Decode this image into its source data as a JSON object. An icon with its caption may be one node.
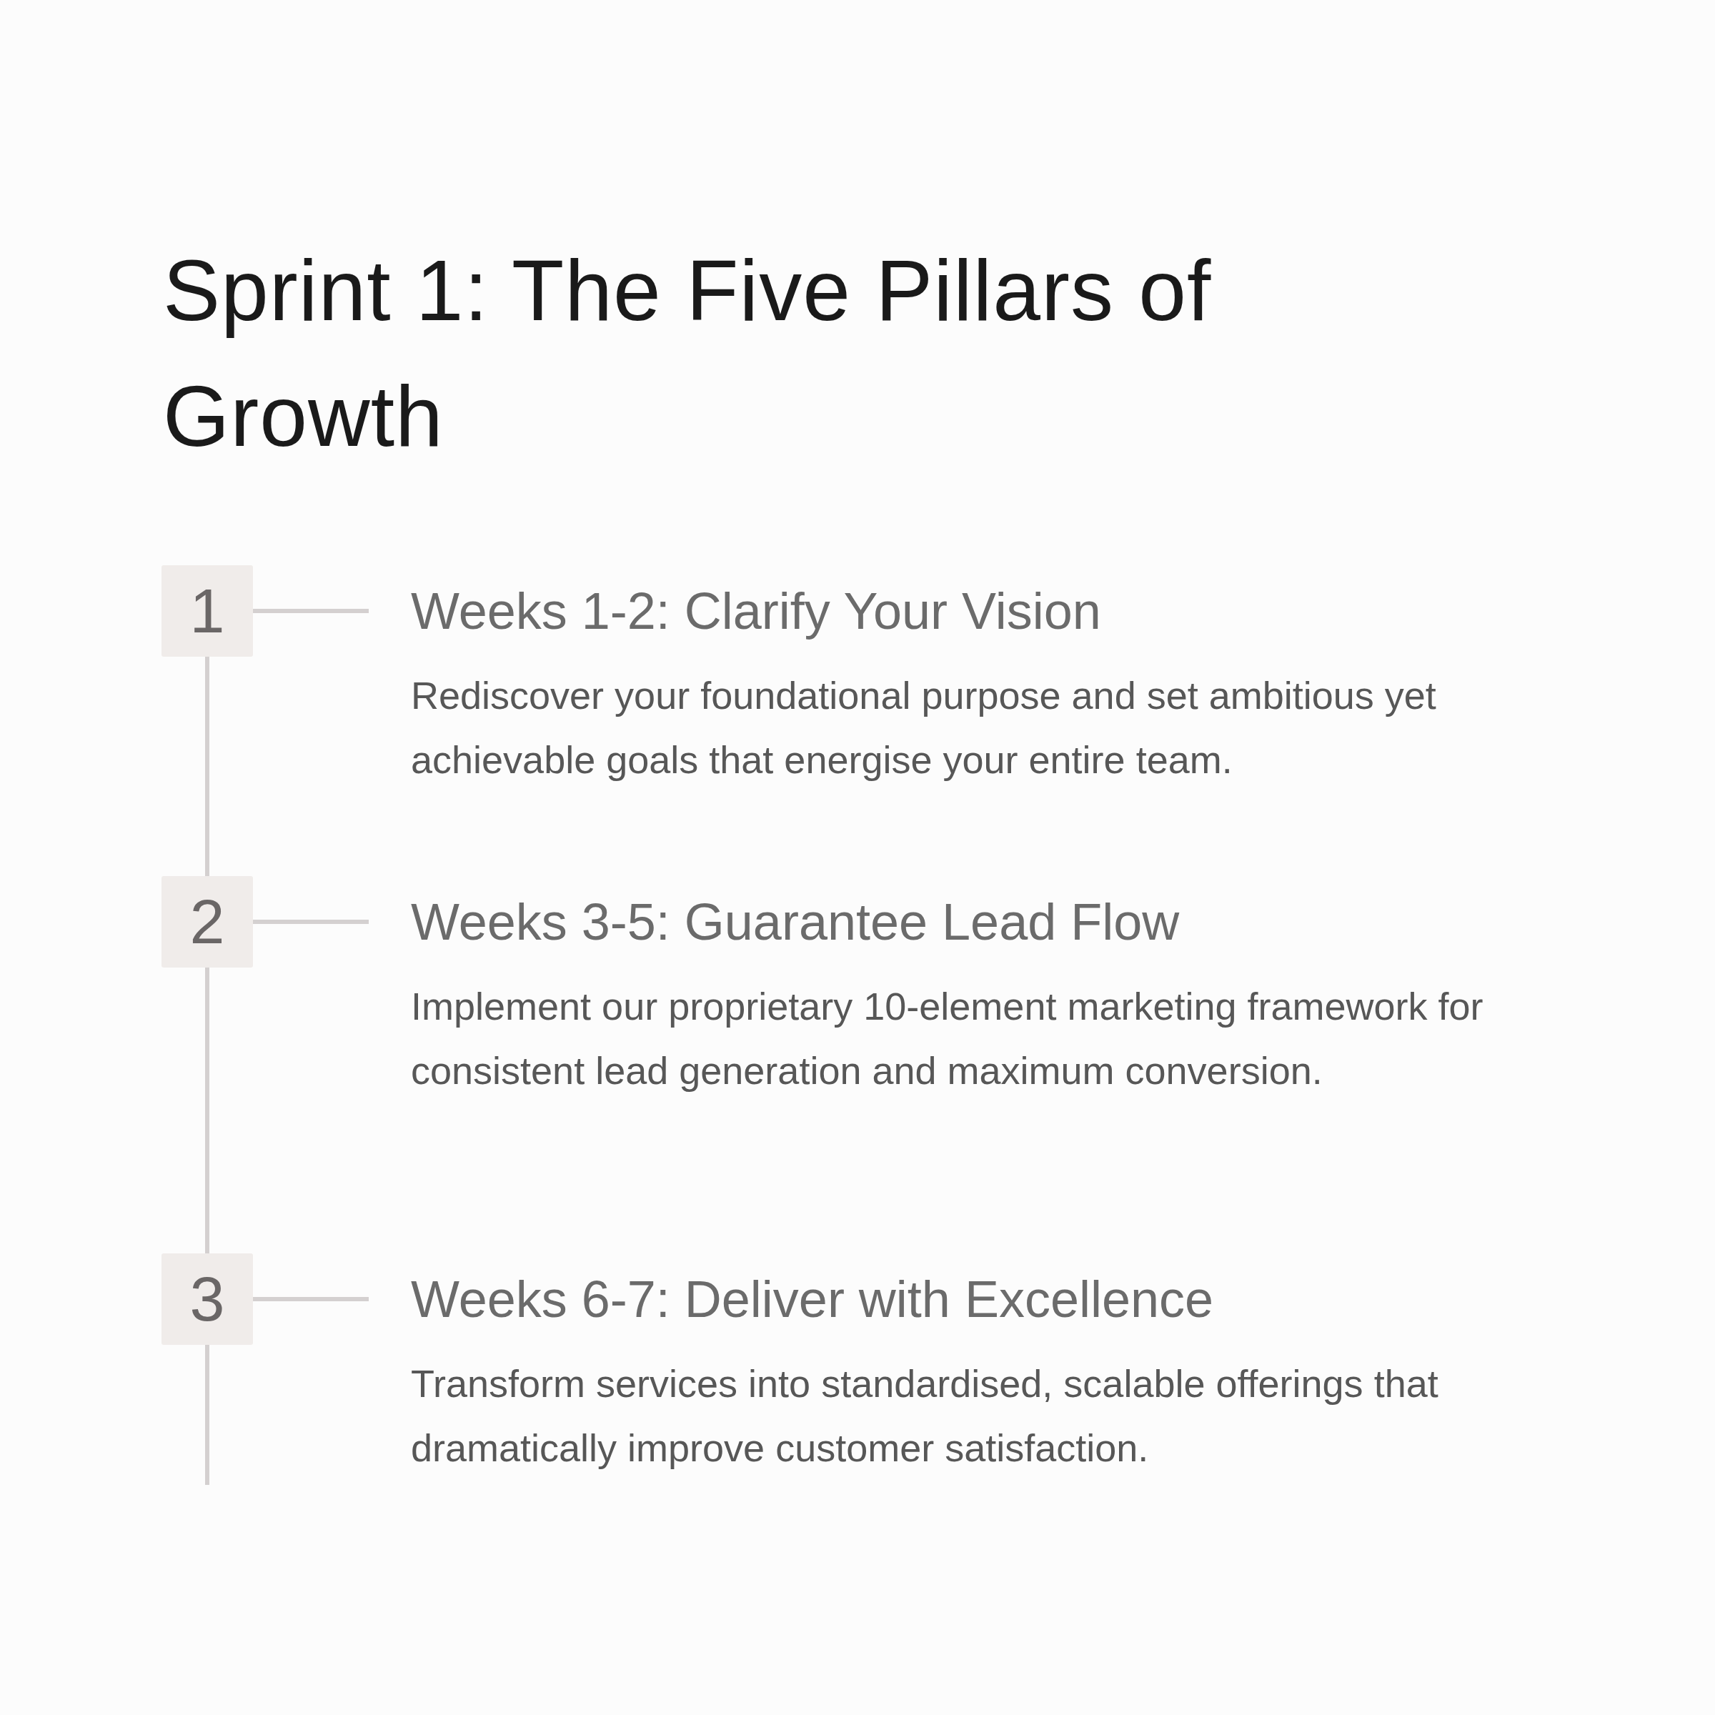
{
  "diagram": {
    "title": "Sprint 1: The Five Pillars of Growth",
    "nodes": [
      {
        "text": [
          "1"
        ]
      },
      {
        "text": [
          "Weeks 1-2: Clarify Your Vision",
          "Rediscover your foundational purpose and set ambitious yet achievable goals that energise your entire team."
        ]
      },
      {
        "text": [
          "2"
        ]
      },
      {
        "text": [
          "Weeks 3-5: Guarantee Lead Flow",
          "Implement our proprietary 10-element marketing framework for consistent lead generation and maximum conversion."
        ]
      },
      {
        "text": [
          "3"
        ]
      },
      {
        "text": [
          "Weeks 6-7: Deliver with Excellence",
          "Transform services into standardised, scalable offerings that dramatically improve customer satisfaction."
        ]
      }
    ],
    "edges": [
      {
        "from": 0,
        "to": 1,
        "arrow": "none"
      },
      {
        "from": 0,
        "to": 2,
        "arrow": "none"
      },
      {
        "from": 2,
        "to": 3,
        "arrow": "none"
      },
      {
        "from": 2,
        "to": 4,
        "arrow": "none"
      },
      {
        "from": 4,
        "to": 5,
        "arrow": "none"
      },
      {
        "from": 4,
        "to": null,
        "arrow": "none"
      }
    ]
  }
}
